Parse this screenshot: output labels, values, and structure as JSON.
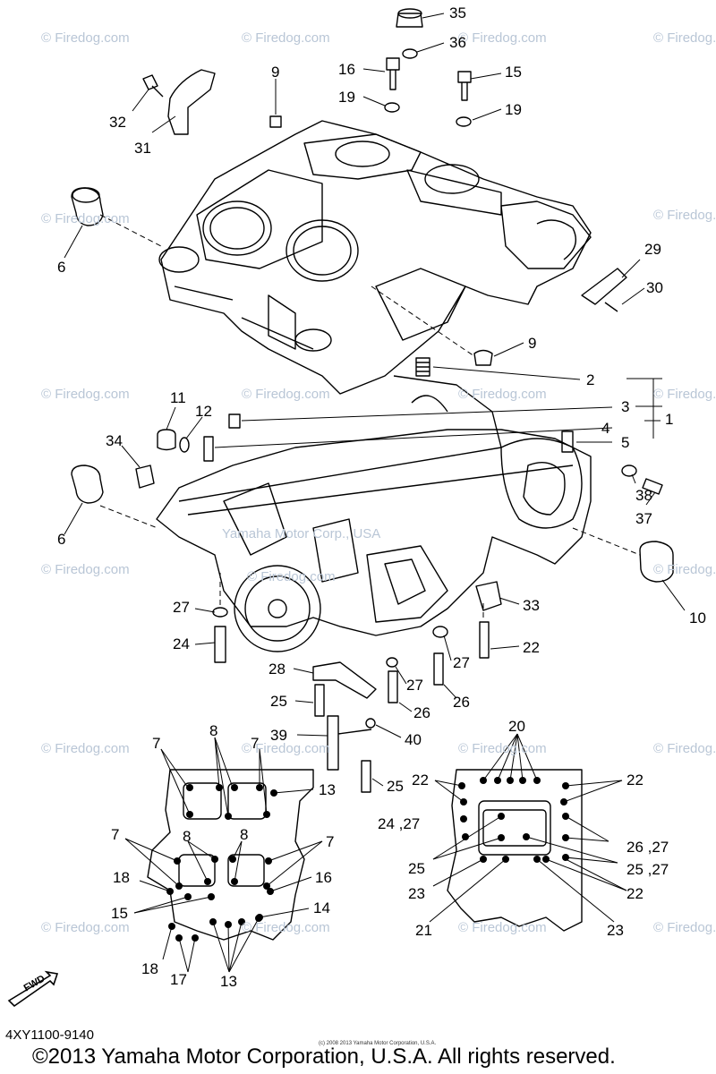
{
  "watermark": "© Firedog.com",
  "center_watermark": "Yamaha Motor Corp., USA",
  "fwd_label": "FWD",
  "catalog_code": "4XY1100-9140",
  "copyright": "©2013 Yamaha Motor Corporation, U.S.A. All rights reserved.",
  "small_copyright": "(c) 2008 2013 Yamaha Motor Corporation, U.S.A.",
  "callouts": {
    "c35": "35",
    "c36": "36",
    "c16a": "16",
    "c15a": "15",
    "c19a": "19",
    "c19b": "19",
    "c9a": "9",
    "c32": "32",
    "c31": "31",
    "c6a": "6",
    "c29": "29",
    "c30": "30",
    "c9b": "9",
    "c2": "2",
    "c3": "3",
    "c1": "1",
    "c4": "4",
    "c5": "5",
    "c11": "11",
    "c12": "12",
    "c34": "34",
    "c38": "38",
    "c37": "37",
    "c6b": "6",
    "c10": "10",
    "c27a": "27",
    "c33": "33",
    "c24a": "24",
    "c22a": "22",
    "c28": "28",
    "c27b": "27",
    "c27c": "27",
    "c25a": "25",
    "c26a": "26",
    "c26b": "26",
    "c39": "39",
    "c40": "40",
    "c25b": "25",
    "c7a": "7",
    "c8a": "8",
    "c7b": "7",
    "c13a": "13",
    "c7c": "7",
    "c8b": "8",
    "c8c": "8",
    "c7d": "7",
    "c18a": "18",
    "c16b": "16",
    "c15b": "15",
    "c14": "14",
    "c18b": "18",
    "c17": "17",
    "c13b": "13",
    "c20": "20",
    "c22b": "22",
    "c22c": "22",
    "c2427": "24 ,27",
    "c2627": "26 ,27",
    "c25c": "25",
    "c2527": "25 ,27",
    "c23a": "23",
    "c22d": "22",
    "c21": "21",
    "c23b": "23"
  }
}
